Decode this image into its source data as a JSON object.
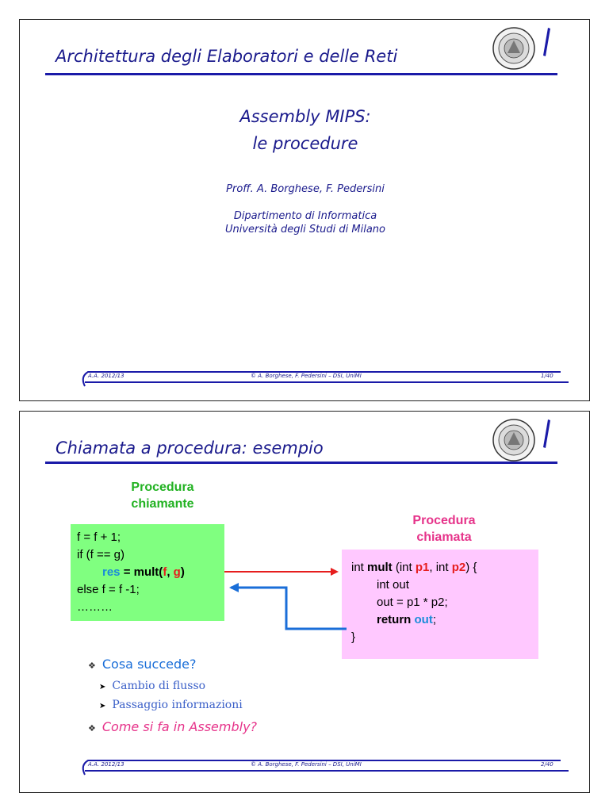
{
  "slide1": {
    "title": "Architettura degli Elaboratori e delle Reti",
    "subtitle_line1": "Assembly MIPS:",
    "subtitle_line2": "le procedure",
    "authors": "Proff. A. Borghese, F. Pedersini",
    "department_line1": "Dipartimento di Informatica",
    "department_line2": "Università degli Studi di Milano",
    "footer": {
      "left": "A.A. 2012/13",
      "center": "© A. Borghese, F. Pedersini – DSI, UniMI",
      "right": "1/40"
    }
  },
  "slide2": {
    "title": "Chiamata a procedura: esempio",
    "caller_label_line1": "Procedura",
    "caller_label_line2": "chiamante",
    "callee_label_line1": "Procedura",
    "callee_label_line2": "chiamata",
    "caller_code": {
      "line1": "f = f + 1;",
      "line2": "if (f == g)",
      "line3_res": "res",
      "line3_eq": " = ",
      "line3_mult": "mult(",
      "line3_f": "f",
      "line3_comma": ", ",
      "line3_g": "g",
      "line3_close": ")",
      "line4": "else f = f -1;",
      "line5": "………"
    },
    "callee_code": {
      "line1_int": "int ",
      "line1_mult": "mult",
      "line1_open": " (int ",
      "line1_p1": "p1",
      "line1_mid": ", int ",
      "line1_p2": "p2",
      "line1_close": ")  {",
      "line2": "int out",
      "line3": "out = p1 * p2;",
      "line4_return": "return ",
      "line4_out": "out",
      "line4_semi": ";",
      "line5": "}"
    },
    "question1": "Cosa succede?",
    "sub1": "Cambio di flusso",
    "sub2": "Passaggio informazioni",
    "question2": "Come si fa in Assembly?",
    "footer": {
      "left": "A.A. 2012/13",
      "center": "© A. Borghese, F. Pedersini – DSI, UniMI",
      "right": "2/40"
    }
  },
  "colors": {
    "title": "#1a1a8c",
    "rule": "#1a1aa8",
    "caller_box": "#80ff80",
    "callee_box": "#ffc8ff",
    "call_arrow": "#e61e1e",
    "return_arrow": "#1a6ed8"
  },
  "icons": {
    "seal": "university-seal-icon",
    "bullet": "diamond-bullet-icon",
    "sub_bullet": "arrowhead-bullet-icon"
  }
}
